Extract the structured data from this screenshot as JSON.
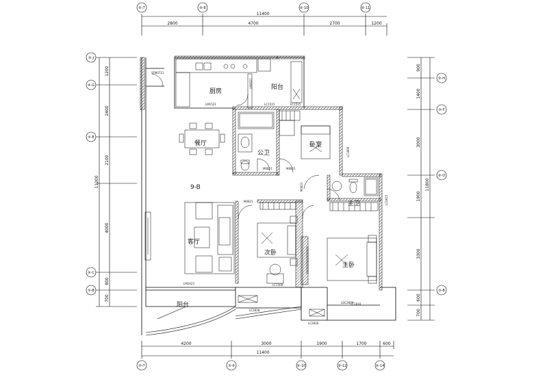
{
  "top_total": "11400",
  "top_segments": [
    "2800",
    "4700",
    "2700",
    "1200"
  ],
  "top_axes": [
    "⑨-7",
    "⑨-8",
    "⑨-10",
    "⑨-11"
  ],
  "bottom_total": "11400",
  "bottom_segments": [
    "4200",
    "3000",
    "1900",
    "1700",
    "600"
  ],
  "bottom_axes": [
    "⑨-7",
    "⑨-9",
    "⑨-10",
    "⑨-12",
    "⑨-14"
  ],
  "left_total": "11200",
  "left_segments": [
    "1200",
    "2400",
    "2100",
    "4000",
    "800",
    "700"
  ],
  "left_axes": [
    "⑨-J",
    "⑨-G",
    "⑨-E",
    "⑨-C",
    "⑨-B"
  ],
  "right_total": "11800",
  "right_segments": [
    "900",
    "1400",
    "3000",
    "1900",
    "3300",
    "600",
    "700"
  ],
  "right_axes": [
    "⑨-H",
    "⑨-F",
    "⑨-D",
    "⑨-B"
  ],
  "rooms": {
    "kitchen": "厨房",
    "dining": "餐厅",
    "living": "客厅",
    "balcony": "阳台",
    "master": "主卧",
    "bedroom2": "次卧",
    "bedroom3": "卧室",
    "public_bath": "公卫",
    "master_bath": "主卫",
    "utility": "阳台",
    "unit": "9-B"
  },
  "tags": {
    "sw1": "SFM0721",
    "lm1": "LM1521",
    "lm2": "LM0921",
    "c1": "LC1515",
    "c2": "LC1515",
    "m1": "M0821",
    "m2": "M0821",
    "m3": "M0821",
    "m4": "M0821",
    "lm3": "LM2423",
    "c3": "LC1809",
    "c4": "LC0815",
    "c5": "LC1509",
    "lc": "LC2818",
    "tc1": "LC2818",
    "tc2": "LC2818",
    "ldc": "LDC2809"
  }
}
